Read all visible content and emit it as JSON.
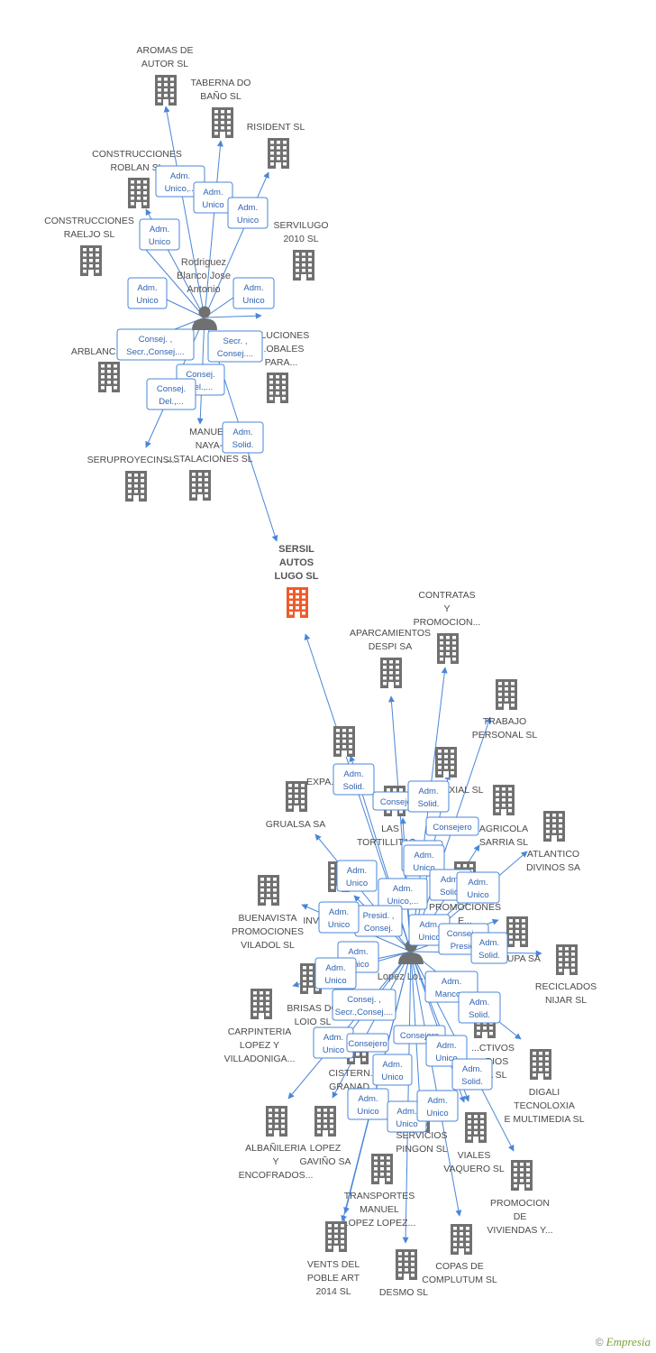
{
  "colors": {
    "edge": "#4a86d8",
    "building": "#707070",
    "main": "#f05a2a",
    "person": "#707070",
    "brand": "#7aa339"
  },
  "main_company": {
    "name": [
      "SERSIL",
      "AUTOS",
      "LUGO SL"
    ],
    "icon": "building-icon"
  },
  "persons": [
    {
      "id": "p1",
      "name": [
        "Rodriguez",
        "Blanco Jose",
        "Antonio"
      ],
      "icon": "person-icon"
    },
    {
      "id": "p2",
      "name": [
        "Lopez Lo..."
      ],
      "icon": "person-icon"
    }
  ],
  "companies": [
    {
      "id": "c1",
      "name": [
        "AROMAS DE",
        "AUTOR SL"
      ]
    },
    {
      "id": "c2",
      "name": [
        "TABERNA DO",
        "BAÑO SL"
      ]
    },
    {
      "id": "c3",
      "name": [
        "RISIDENT SL"
      ]
    },
    {
      "id": "c4",
      "name": [
        "CONSTRUCCIONES",
        "ROBLAN SL"
      ]
    },
    {
      "id": "c5",
      "name": [
        "CONSTRUCCIONES",
        "RAELJO SL"
      ]
    },
    {
      "id": "c6",
      "name": [
        "SERVILUGO",
        "2010 SL"
      ]
    },
    {
      "id": "c7",
      "name": [
        "ARBLANC..."
      ]
    },
    {
      "id": "c8",
      "name": [
        "...LUCIONES",
        "...OBALES",
        "PARA..."
      ]
    },
    {
      "id": "c9",
      "name": [
        "SERUPROYECINSI..."
      ]
    },
    {
      "id": "c10",
      "name": [
        "MANUEL",
        "NAYA-",
        "...STALACIONES SL"
      ]
    },
    {
      "id": "c11",
      "name": [
        "CONTRATAS",
        "Y",
        "PROMOCION..."
      ]
    },
    {
      "id": "c12",
      "name": [
        "APARCAMIENTOS",
        "DESPI SA"
      ]
    },
    {
      "id": "c13",
      "name": [
        "TRABAJO",
        "PERSONAL SL"
      ]
    },
    {
      "id": "c14",
      "name": [
        "EXPA..."
      ]
    },
    {
      "id": "c15",
      "name": [
        "...XIAL SL"
      ]
    },
    {
      "id": "c16",
      "name": [
        "GRUALSA SA"
      ]
    },
    {
      "id": "c17",
      "name": [
        "LAS",
        "TORTILLITAS..."
      ]
    },
    {
      "id": "c18",
      "name": [
        "AGRICOLA",
        "SARRIA SL"
      ]
    },
    {
      "id": "c19",
      "name": [
        "ATLANTICO",
        "DIVINOS SA"
      ]
    },
    {
      "id": "c20",
      "name": [
        "BUENAVISTA",
        "PROMOCIONES",
        "VILADOL SL"
      ]
    },
    {
      "id": "c21",
      "name": [
        "INV..."
      ]
    },
    {
      "id": "c22",
      "name": [
        "PROMOCIONES",
        "E..."
      ]
    },
    {
      "id": "c23",
      "name": [
        "...UPA SA"
      ]
    },
    {
      "id": "c24",
      "name": [
        "RECICLADOS",
        "NIJAR SL"
      ]
    },
    {
      "id": "c25",
      "name": [
        "BRISAS DO",
        "LOIO SL"
      ]
    },
    {
      "id": "c26",
      "name": [
        "CARPINTERIA",
        "LOPEZ Y",
        "VILLADONIGA..."
      ]
    },
    {
      "id": "c27",
      "name": [
        "...CTIVOS",
        "...RIOS",
        "...A SL"
      ]
    },
    {
      "id": "c28",
      "name": [
        "CISTERN...",
        "GRANAD..."
      ]
    },
    {
      "id": "c29",
      "name": [
        "DIGALI",
        "TECNOLOXIA",
        "E MULTIMEDIA SL"
      ]
    },
    {
      "id": "c30",
      "name": [
        "ALBAÑILERIA",
        "Y",
        "ENCOFRADOS..."
      ]
    },
    {
      "id": "c31",
      "name": [
        "LOPEZ",
        "GAVIÑO SA"
      ]
    },
    {
      "id": "c32",
      "name": [
        "SERVICIOS",
        "PINGON SL"
      ]
    },
    {
      "id": "c33",
      "name": [
        "VIALES",
        "VAQUERO  SL"
      ]
    },
    {
      "id": "c34",
      "name": [
        "PROMOCION",
        "DE",
        "VIVIENDAS Y..."
      ]
    },
    {
      "id": "c35",
      "name": [
        "TRANSPORTES",
        "MANUEL",
        "LOPEZ LOPEZ..."
      ]
    },
    {
      "id": "c36",
      "name": [
        "VENTS DEL",
        "POBLE ART",
        "2014  SL"
      ]
    },
    {
      "id": "c37",
      "name": [
        "DESMO SL"
      ]
    },
    {
      "id": "c38",
      "name": [
        "COPAS DE",
        "COMPLUTUM SL"
      ]
    }
  ],
  "roles": [
    [
      "Adm.",
      "Unico,..."
    ],
    [
      "Adm.",
      "Unico"
    ],
    [
      "Adm.",
      "Unico"
    ],
    [
      "Adm.",
      "Unico"
    ],
    [
      "Adm.",
      "Unico"
    ],
    [
      "Adm.",
      "Unico"
    ],
    [
      "Consej. ,",
      "Secr.,Consej...."
    ],
    [
      "Secr. ,",
      "Consej...."
    ],
    [
      "Consej.",
      "Del.,..."
    ],
    [
      "Consej.",
      "Del.,..."
    ],
    [
      "Adm.",
      "Solid."
    ],
    [
      "Adm.",
      "Solid."
    ],
    [
      "Consejero"
    ],
    [
      "Adm.",
      "Solid."
    ],
    [
      "Consejero"
    ],
    [
      "Adm.",
      "Solid."
    ],
    [
      "Adm.",
      "Unico"
    ],
    [
      "Adm.",
      "Unico"
    ],
    [
      "Adm.",
      "Solid."
    ],
    [
      "Adm.",
      "Unico"
    ],
    [
      "Adm.",
      "Unico,..."
    ],
    [
      "Adm.",
      "Unico"
    ],
    [
      "Presid. ,",
      "Consej."
    ],
    [
      "Adm.",
      "Unico"
    ],
    [
      "Consej. ,",
      "Presid."
    ],
    [
      "Adm.",
      "Solid."
    ],
    [
      "Adm.",
      "Unico"
    ],
    [
      "Adm.",
      "Unico"
    ],
    [
      "Adm.",
      "Manco..."
    ],
    [
      "Adm.",
      "Solid."
    ],
    [
      "Consej. ,",
      "Secr.,Consej...."
    ],
    [
      "Adm.",
      "Unico"
    ],
    [
      "Consejero"
    ],
    [
      "Consejero"
    ],
    [
      "Adm.",
      "Unico"
    ],
    [
      "Adm.",
      "Solid."
    ],
    [
      "Adm.",
      "Unico"
    ],
    [
      "Adm.",
      "Unico"
    ],
    [
      "Adm.",
      "Unico"
    ],
    [
      "Adm.",
      "Unico"
    ]
  ],
  "footer": {
    "copyright": "©",
    "brand": "Empresia"
  }
}
